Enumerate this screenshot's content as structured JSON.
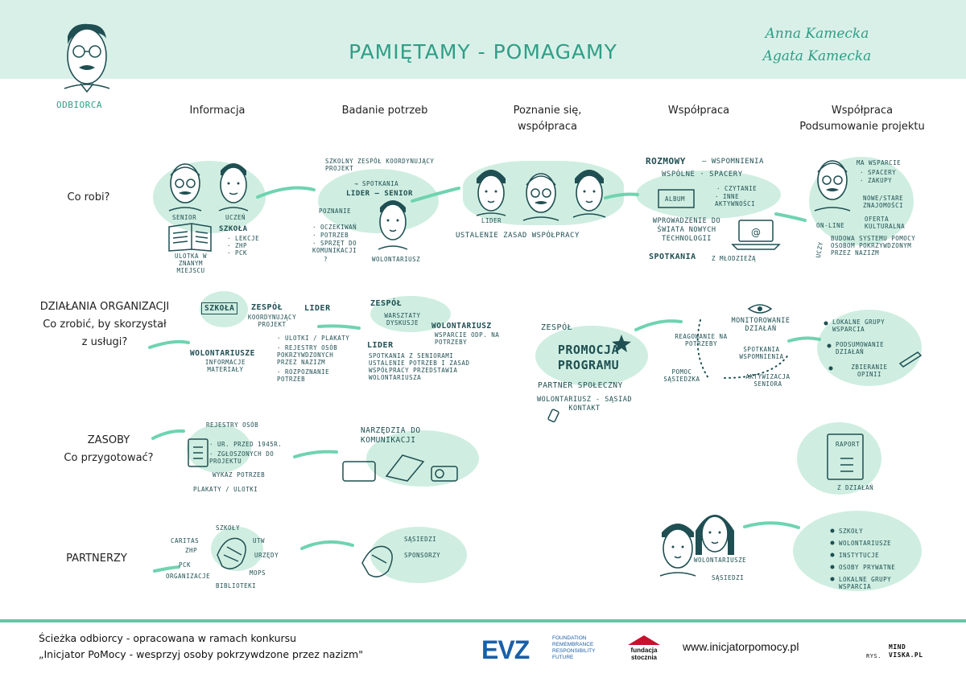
{
  "header": {
    "title": "PAMIĘTAMY - POMAGAMY",
    "authors": [
      "Anna Kamecka",
      "Agata Kamecka"
    ],
    "recipient_label": "ODBIORCA"
  },
  "columns": [
    {
      "label": "Informacja"
    },
    {
      "label": "Badanie potrzeb"
    },
    {
      "label": "Poznanie się, współpraca"
    },
    {
      "label": "Współpraca"
    },
    {
      "label": "Współpraca Podsumowanie projektu"
    }
  ],
  "rows": {
    "co_robi": "Co robi?",
    "dzialania_1": "DZIAŁANIA ORGANIZACJI",
    "dzialania_2": "Co zrobić, by skorzystał",
    "dzialania_3": "z usługi?",
    "zasoby_1": "ZASOBY",
    "zasoby_2": "Co przygotować?",
    "partnerzy": "PARTNERZY"
  },
  "row1": {
    "senior": "SENIOR",
    "uczen": "UCZEŃ",
    "szkola": "SZKOŁA",
    "szkola_list": [
      "· LEKCJE",
      "· ZHP",
      "· PCK"
    ],
    "ulotka": "ULOTKA W ZNANYM MIEJSCU",
    "zespol": "SZKOLNY ZESPÓŁ KOORDYNUJĄCY PROJEKT",
    "spotkania": "→ SPOTKANIA",
    "lider_senior": "LIDER — SENIOR",
    "poznanie": "POZNANIE",
    "poznanie_list": [
      "· OCZEKIWAŃ",
      "· POTRZEB",
      "· SPRZĘT DO KOMUNIKACJI",
      "?"
    ],
    "wolontariusz": "WOLONTARIUSZ",
    "lider": "LIDER",
    "ustalenie": "USTALENIE ZASAD WSPÓŁPRACY",
    "rozmowy": "ROZMOWY",
    "wspomnienia": "— WSPOMNIENIA",
    "wspolne": "WSPÓLNE · SPACERY",
    "album": "ALBUM",
    "czytanie": "· CZYTANIE",
    "inne": "· INNE AKTYWNOŚCI",
    "wprowadzenie": "WPROWADZENIE DO ŚWIATA NOWYCH TECHNOLOGII",
    "spotkania_mlodziez": "SPOTKANIA",
    "z_mlodzieza": "Z MŁODZIEŻĄ",
    "ma_wsparcie": "MA WSPARCIE",
    "ma_wsparcie_list": [
      "· SPACERY",
      "· ZAKUPY"
    ],
    "nowe_stare": "NOWE/STARE ZNAJOMOŚCI",
    "online": "ON-LINE",
    "oferta": "OFERTA KULTURALNA",
    "budowa": "BUDOWA SYSTEMU POMOCY OSOBOM POKRZYWDZONYM PRZEZ NAZIZM",
    "uczy": "UCZY"
  },
  "row2": {
    "szkola": "SZKOŁA",
    "zespol": "ZESPÓŁ",
    "lider": "LIDER",
    "koordynujacy": "KOORDYNUJĄCY PROJEKT",
    "ulotki": "· ULOTKI / PLAKATY",
    "rejestry": "· REJESTRY OSÓB POKRZYWDZONYCH PRZEZ NAZIZM",
    "rozpoznanie": "· ROZPOZNANIE POTRZEB",
    "wolontariusze": "WOLONTARIUSZE",
    "informacje": "INFORMACJE MATERIAŁY",
    "zespol2": "ZESPÓŁ",
    "warsztaty": "WARSZTATY DYSKUSJE",
    "wolontariusz2": "WOLONTARIUSZ",
    "wsparcie": "WSPARCIE ODP. NA POTRZEBY",
    "lider2": "LIDER",
    "spotkania_senior": "SPOTKANIA Z SENIORAMI USTALENIE POTRZEB I ZASAD WSPÓŁPRACY PRZEDSTAWIA WOLONTARIUSZA",
    "zespol3": "ZESPÓŁ",
    "promocja": "PROMOCJA PROGRAMU",
    "partner": "PARTNER SPOŁECZNY",
    "wol_sasiad": "WOLONTARIUSZ - SĄSIAD KONTAKT",
    "monitorowanie": "MONITOROWANIE DZIAŁAŃ",
    "reagowanie": "REAGOWANIE NA POTRZEBY",
    "spotkania_wsp": "SPOTKANIA WSPOMNIENIA",
    "pomoc": "POMOC SĄSIEDZKA",
    "aktywizacja": "AKTYWIZACJA SENIORA",
    "lokalne": "LOKALNE GRUPY WSPARCIA",
    "podsumowanie": "PODSUMOWANIE DZIAŁAŃ",
    "zbieranie": "ZBIERANIE OPINII"
  },
  "row3": {
    "rejestry": "REJESTRY OSÓB",
    "ur_przed": "· UR. PRZED 1945R.",
    "zgloszonych": "· ZGŁOSZONYCH DO PROJEKTU",
    "wykaz": "WYKAZ POTRZEB",
    "plakaty": "PLAKATY / ULOTKI",
    "narzedzia": "NARZĘDZIA DO KOMUNIKACJI",
    "raport": "RAPORT",
    "z_dzialan": "Z DZIAŁAŃ"
  },
  "row4": {
    "caritas": "CARITAS",
    "zhp": "ZHP",
    "szkoly": "SZKOŁY",
    "utw": "UTW",
    "urzedy": "URZĘDY",
    "pck": "PCK",
    "organizacje": "ORGANIZACJE",
    "mops": "MOPS",
    "biblioteki": "BIBLIOTEKI",
    "sasiedzi": "SĄSIEDZI",
    "sponsorzy": "SPONSORZY",
    "wolontariusze": "WOLONTARIUSZE",
    "sasiedzi2": "SĄSIEDZI",
    "list": [
      "SZKOŁY",
      "WOLONTARIUSZE",
      "INSTYTUCJE",
      "OSOBY PRYWATNE",
      "LOKALNE GRUPY WSPARCIA"
    ]
  },
  "footer": {
    "line1": "Ścieżka odbiorcy - opracowana w ramach konkursu",
    "line2": "„Inicjator PoMocy - wesprzyj osoby pokrzywdzone przez nazizm\"",
    "evz": "EVZ",
    "evz_sub": [
      "FOUNDATION",
      "REMEMBRANCE",
      "RESPONSIBILITY",
      "FUTURE"
    ],
    "fundacja": "fundacja stocznia",
    "url": "www.inicjatorpomocy.pl",
    "rys": "RYS.",
    "mindviska": "MIND VISKA.PL"
  },
  "colors": {
    "accent": "#2f9e86",
    "blob": "#cfeee1",
    "arrow": "#6fd3b0",
    "ink": "#1f4f52"
  }
}
